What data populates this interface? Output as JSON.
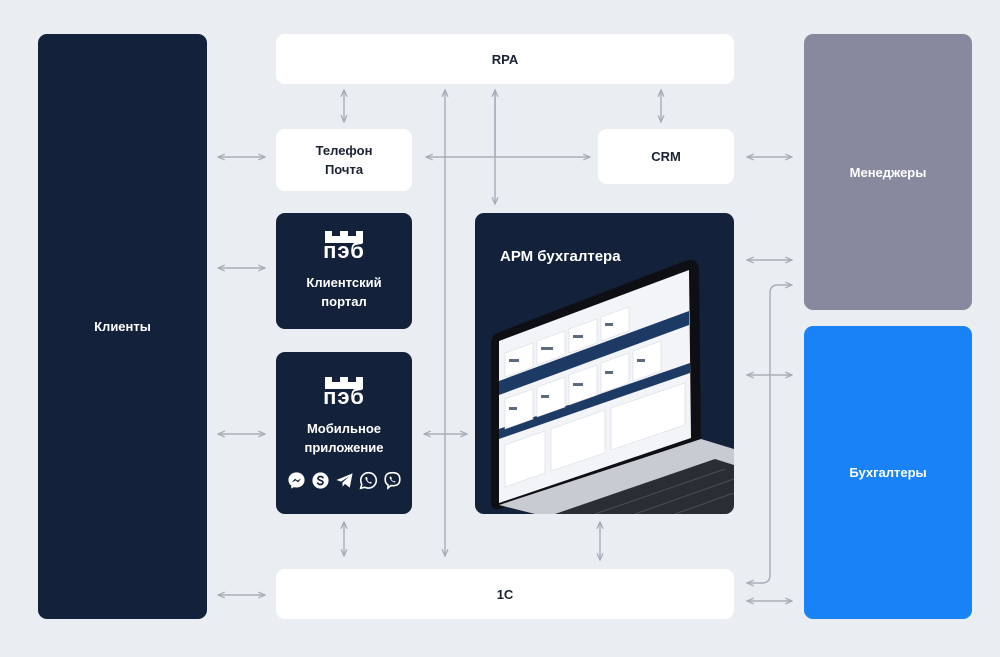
{
  "nodes": {
    "clients": "Клиенты",
    "rpa": "RPA",
    "phone_mail": [
      "Телефон",
      "Почта"
    ],
    "crm": "CRM",
    "client_portal": {
      "logo": "пэб",
      "label": [
        "Клиентский",
        "портал"
      ]
    },
    "mobile_app": {
      "logo": "пэб",
      "label": [
        "Мобильное",
        "приложение"
      ],
      "messenger_icons": [
        "messenger-icon",
        "skype-icon",
        "telegram-icon",
        "whatsapp-icon",
        "viber-icon"
      ]
    },
    "arm": "АРМ бухгалтера",
    "onec": "1С",
    "managers": "Менеджеры",
    "accountants": "Бухгалтеры"
  },
  "colors": {
    "background": "#eaeef3",
    "navy": "#14213a",
    "managers": "#878a9f",
    "accountants": "#1a82f7",
    "arrows": "#a6adb8"
  }
}
